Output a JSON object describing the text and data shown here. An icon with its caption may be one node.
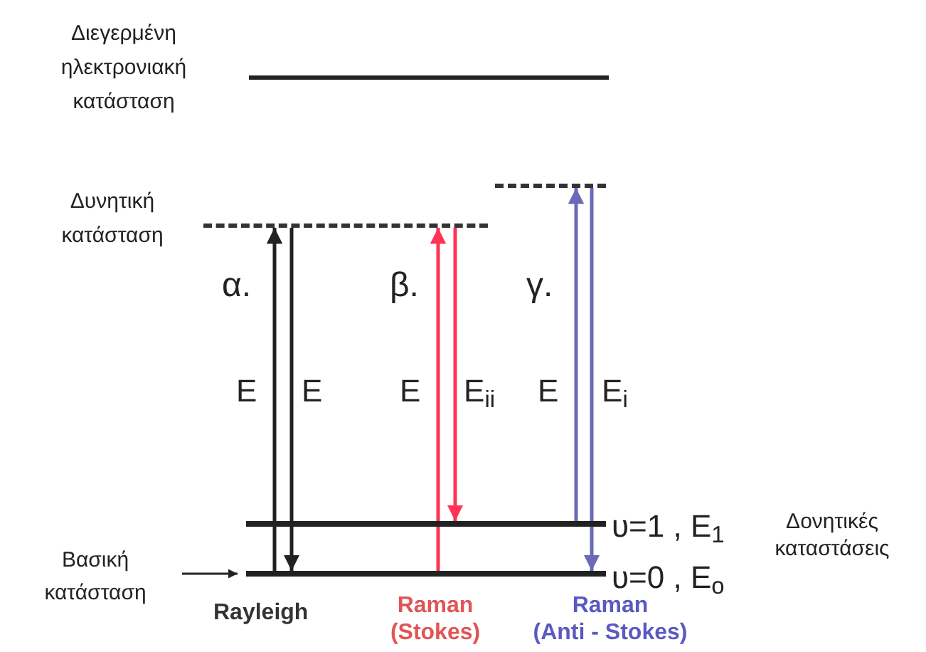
{
  "diagram": {
    "nodes": [
      {
        "text": [],
        "shape": "bar",
        "beside": [
          "Διεγερμένη ηλεκτρονιακή κατάσταση"
        ]
      },
      {
        "text": [],
        "shape": "bar",
        "beside": [
          "Δυνητική κατάσταση"
        ]
      },
      {
        "text": [],
        "shape": "bar"
      },
      {
        "text": [],
        "shape": "bar",
        "beside": [
          "υ=1 , E$_{1}$"
        ]
      },
      {
        "text": [],
        "shape": "bar",
        "beside": [
          "υ=0 , E$_{o}$"
        ]
      },
      {
        "text": [
          "Βασική κατάσταση"
        ]
      }
    ],
    "edges": [
      {
        "from": 4,
        "to": 1,
        "arrow": "to",
        "label": "E"
      },
      {
        "from": 1,
        "to": 4,
        "arrow": "to",
        "label": "E"
      },
      {
        "from": 4,
        "to": 1,
        "arrow": "to",
        "label": "E",
        "color": "#ff3355"
      },
      {
        "from": 1,
        "to": 3,
        "arrow": "to",
        "label": "E$_{ii}$",
        "color": "#ff3355"
      },
      {
        "from": 3,
        "to": 2,
        "arrow": "to",
        "label": "E",
        "color": "#6a6ab8"
      },
      {
        "from": 2,
        "to": 4,
        "arrow": "to",
        "label": "E$_{i}$",
        "color": "#6a6ab8"
      },
      {
        "from": 5,
        "to": 4,
        "arrow": "to"
      }
    ],
    "labels": [
      "α.",
      "β.",
      "γ.",
      "Δονητικές καταστάσεις",
      "Rayleigh",
      "Raman",
      "(Stokes)",
      "Raman",
      "(Anti - Stokes)"
    ]
  }
}
